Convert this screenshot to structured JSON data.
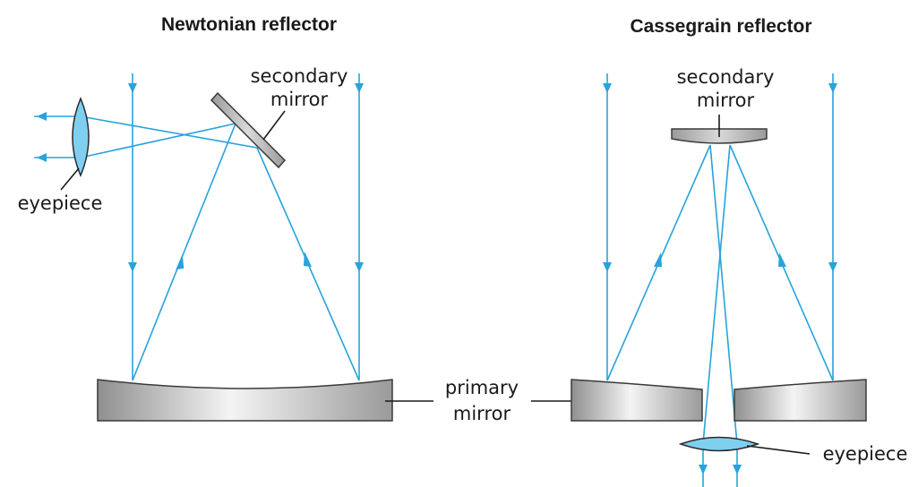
{
  "newtonian": {
    "title": "Newtonian reflector",
    "secondary_label": [
      "secondary",
      "mirror"
    ],
    "eyepiece_label": "eyepiece"
  },
  "cassegrain": {
    "title": "Cassegrain reflector",
    "secondary_label": [
      "secondary",
      "mirror"
    ],
    "eyepiece_label": "eyepiece"
  },
  "primary_label": [
    "primary",
    "mirror"
  ],
  "colors": {
    "ray": "#27a3dc",
    "lens": "#7fcff0",
    "mirror_dark": "#8a8a8a",
    "mirror_light": "#f2f2f2",
    "outline": "#3a3a3a",
    "text": "#1a1a1a"
  }
}
